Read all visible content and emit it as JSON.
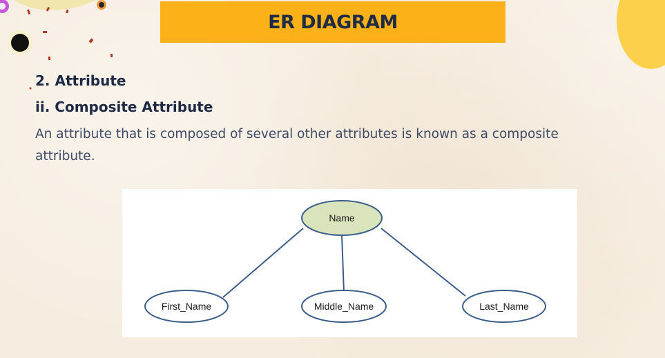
{
  "slide": {
    "title": "ER DIAGRAM",
    "section": "2. Attribute",
    "subsection": "ii. Composite Attribute",
    "description_line1": "An attribute that is composed of several other attributes is known as a composite",
    "description_line2": "attribute."
  },
  "diagram": {
    "root": {
      "label": "Name",
      "fill": "#d9e4bd"
    },
    "children": [
      {
        "label": "First_Name"
      },
      {
        "label": "Middle_Name"
      },
      {
        "label": "Last_Name"
      }
    ],
    "stroke": "#3b5d89"
  },
  "colors": {
    "banner": "#fbb117",
    "title_text": "#1f2a44",
    "body_text": "#3d4a66",
    "background": "#f6ede0"
  }
}
